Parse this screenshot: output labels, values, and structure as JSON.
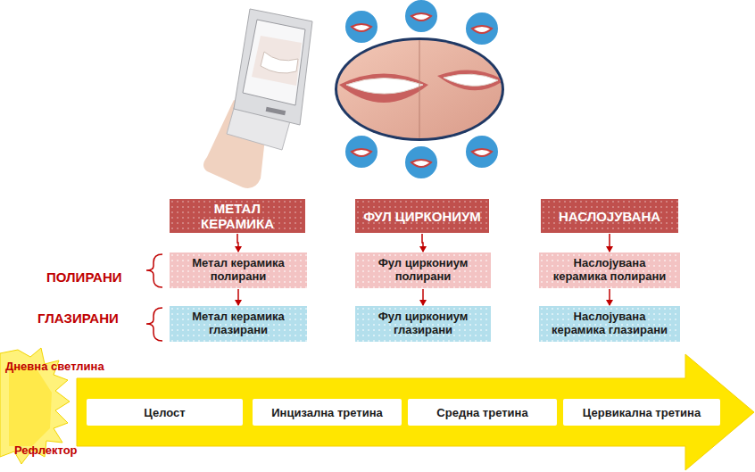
{
  "diagram": {
    "nodes": [
      {
        "text": [
          "МЕТАЛ КЕРАМИКА"
        ]
      },
      {
        "text": [
          "ФУЛ ЦИРКОНИУМ"
        ]
      },
      {
        "text": [
          "НАСЛОЈУВАНА"
        ]
      },
      {
        "text": [
          "Метал керамика полирани"
        ]
      },
      {
        "text": [
          "Фул циркониум полирани"
        ]
      },
      {
        "text": [
          "Наслојувана керамика полирани"
        ]
      },
      {
        "text": [
          "Метал керамика глазирани"
        ]
      },
      {
        "text": [
          "Фул циркониум глазирани"
        ]
      },
      {
        "text": [
          "Наслојувана керамика глазирани"
        ]
      },
      {
        "text": [
          "Целост"
        ]
      },
      {
        "text": [
          "Инцизална третина"
        ]
      },
      {
        "text": [
          "Средна третина"
        ]
      },
      {
        "text": [
          "Цервикална третина"
        ]
      }
    ],
    "edges": [
      {
        "from": 0,
        "to": 3,
        "arrow": "to"
      },
      {
        "from": 3,
        "to": 6,
        "arrow": "to"
      },
      {
        "from": 1,
        "to": 4,
        "arrow": "to"
      },
      {
        "from": 4,
        "to": 7,
        "arrow": "to"
      },
      {
        "from": 2,
        "to": 5,
        "arrow": "to"
      },
      {
        "from": 5,
        "to": 8,
        "arrow": "to"
      }
    ],
    "labels": [
      "ПОЛИРАНИ",
      "ГЛАЗИРАНИ",
      "Дневна светлина",
      "Рефлектор"
    ]
  }
}
